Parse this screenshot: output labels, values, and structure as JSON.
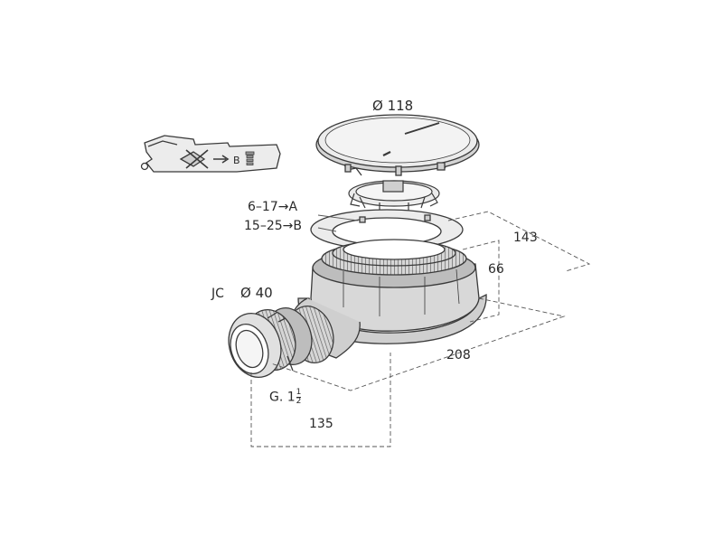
{
  "labels": {
    "diameter_top": "Ø 118",
    "range_a": "6–17→A",
    "range_b": "15–25→B",
    "connector": "JC",
    "diameter_outlet": "Ø 40",
    "thread": "G. 1",
    "thread_num": "1",
    "thread_den": "2",
    "dim_143": "143",
    "dim_66": "66",
    "dim_208": "208",
    "dim_135": "135",
    "key_tool_letter": "B"
  },
  "colors": {
    "stroke": "#3a3a3a",
    "fill_light": "#ececec",
    "fill_mid": "#cfcfcf",
    "fill_dark": "#9a9a9a",
    "dashed": "#555555"
  },
  "icons": {
    "tool": "adjustment-key-icon",
    "screw": "screw-icon"
  }
}
